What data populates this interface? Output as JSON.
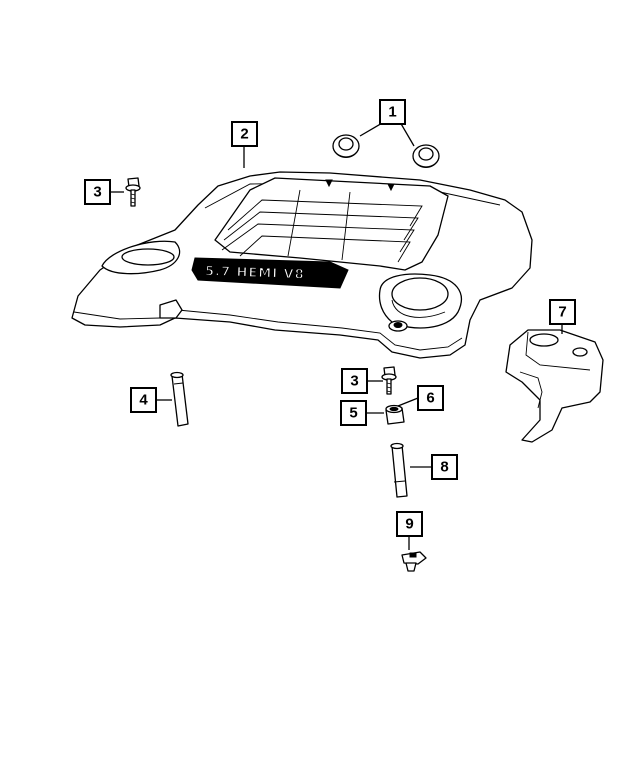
{
  "callouts": [
    "1",
    "2",
    "3",
    "3",
    "4",
    "5",
    "6",
    "7",
    "8",
    "9"
  ],
  "badge_text": "5.7 HEMI V8"
}
